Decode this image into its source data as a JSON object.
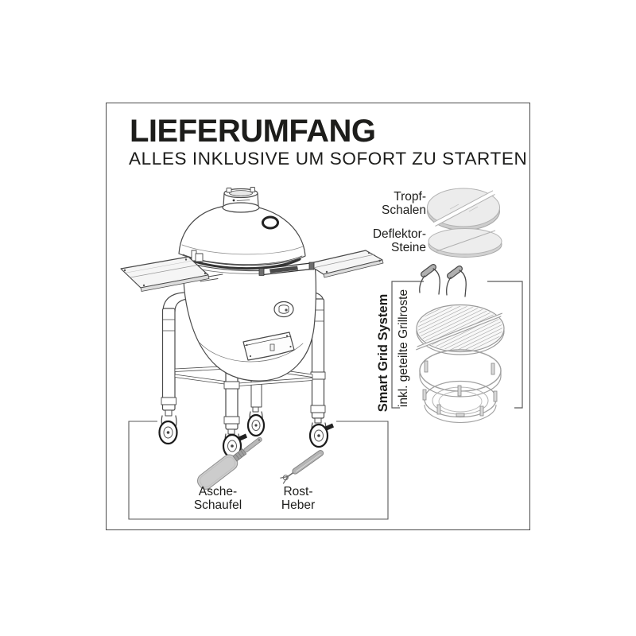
{
  "header": {
    "title": "LIEFERUMFANG",
    "subtitle": "ALLES INKLUSIVE UM SOFORT ZU STARTEN"
  },
  "callouts": {
    "drip_pans": {
      "lines": [
        "Tropf-",
        "Schalen"
      ]
    },
    "deflector_stones": {
      "lines": [
        "Deflektor-",
        "Steine"
      ]
    },
    "smart_grid_system": {
      "title": "Smart Grid System",
      "subtitle": "inkl. geteilte Grillroste"
    },
    "ash_shovel": {
      "lines": [
        "Asche-",
        "Schaufel"
      ]
    },
    "grate_lifter": {
      "lines": [
        "Rost-",
        "Heber"
      ]
    }
  },
  "illustrations": [
    "kamado-grill-on-cart-illustration",
    "drip-pans-illustration",
    "deflector-stones-illustration",
    "grate-hangers-illustration",
    "split-grill-grate-illustration",
    "ring-system-illustration",
    "ash-shovel-illustration",
    "grate-lifter-illustration"
  ],
  "colors": {
    "ink": "#1d1d1b",
    "frame_border": "#4a4a4a",
    "line_art": "#4a4a4a",
    "light_fill": "#ececec",
    "mid_fill": "#cdcdcd",
    "tool_gray": "#b5b5b5",
    "background": "#ffffff"
  }
}
